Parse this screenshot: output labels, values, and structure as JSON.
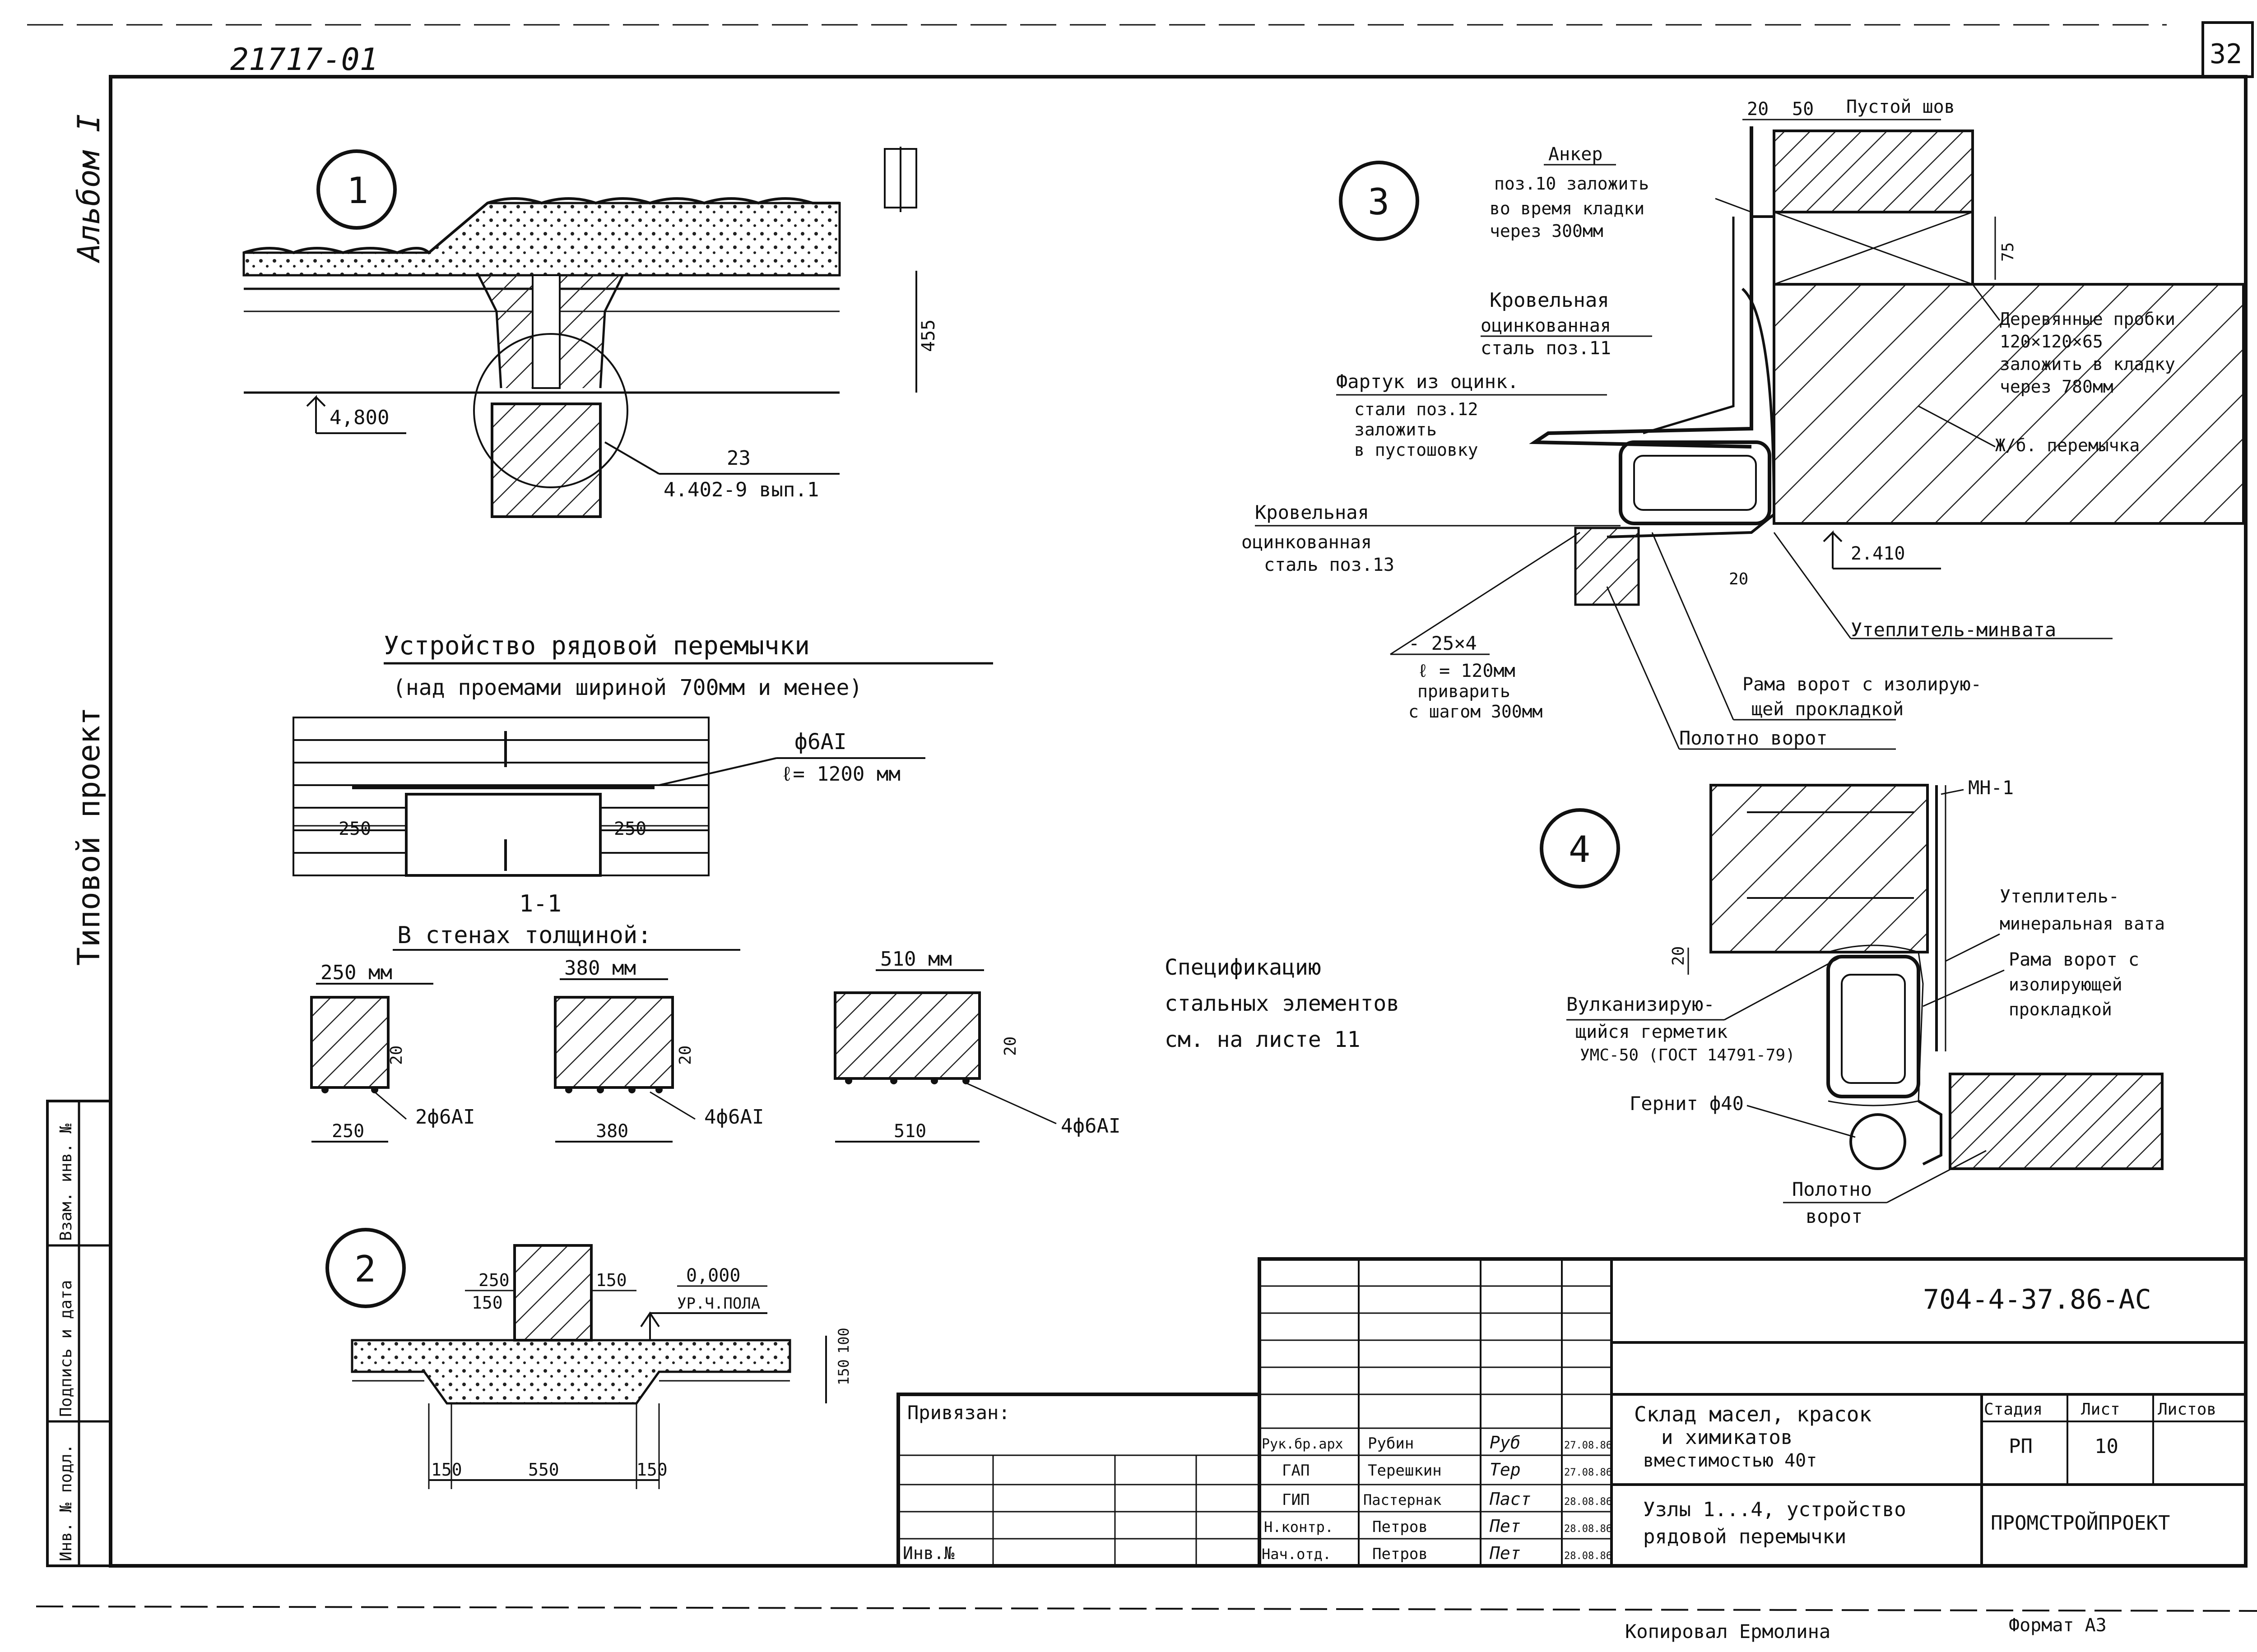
{
  "sheet": {
    "doc_id": "21717-01",
    "sheet_no": "32",
    "album": "Альбом I",
    "project_type": "Типовой проект",
    "copied_by": "Копировал Ермолина",
    "format": "Формат А3"
  },
  "node1": {
    "marker": "1",
    "level": "4,800",
    "height": "455",
    "ref_num": "23",
    "ref_doc": "4.402-9 вып.1"
  },
  "node2": {
    "marker": "2",
    "level": "0,000",
    "level_label": "УР.Ч.ПОЛА",
    "dims": {
      "d250": "250",
      "d150a": "150",
      "d150b": "150",
      "d150c": "150",
      "d100": "100",
      "d150_left": "150",
      "d550": "550",
      "d150_right": "150"
    }
  },
  "node3": {
    "marker": "3",
    "dim20": "20",
    "dim50": "50",
    "empty_joint": "Пустой шов",
    "anchor_title": "Анкер",
    "anchor_text": [
      "поз.10 заложить",
      "во время кладки",
      "через 300мм"
    ],
    "dim75": "75",
    "roof_steel_11": [
      "Кровельная",
      "оцинкованная",
      "сталь поз.11"
    ],
    "wood_plugs": [
      "Деревянные пробки",
      "120×120×65",
      "заложить в кладку",
      "через 780мм"
    ],
    "apron": [
      "Фартук из оцинк.",
      "стали поз.12",
      "заложить",
      "в пустошовку"
    ],
    "rc_lintel": "Ж/б. перемычка",
    "roof_steel_13": [
      "Кровельная",
      "оцинкованная",
      "сталь поз.13"
    ],
    "level": "2.410",
    "dim20b": "20",
    "insulation": "Утеплитель-минвата",
    "bar": [
      "- 25×4",
      "ℓ = 120мм",
      "приварить",
      "с шагом 300мм"
    ],
    "frame": [
      "Рама ворот с изолирую-",
      "щей прокладкой"
    ],
    "door_leaf": "Полотно ворот"
  },
  "node4": {
    "marker": "4",
    "mn1": "МН-1",
    "dim20": "20",
    "insulation": [
      "Утеплитель-",
      "минеральная вата"
    ],
    "frame": [
      "Рама ворот с",
      "изолирующей",
      "прокладкой"
    ],
    "sealant": [
      "Вулканизирую-",
      "щийся герметик",
      "УМС-50 (ГОСТ 14791-79)"
    ],
    "gernit": "Гернит ф40",
    "leaf": [
      "Полотно",
      "ворот"
    ]
  },
  "lintel": {
    "title": "Устройство рядовой перемычки",
    "subtitle": "(над проемами шириной 700мм и менее)",
    "rebar": "ф6АI",
    "length": "ℓ= 1200 мм",
    "d250_left": "250",
    "d250_right": "250",
    "section_mark": "1-1",
    "walls_title": "В стенах толщиной:",
    "walls": [
      {
        "label": "250 мм",
        "dim": "250",
        "bars": "2ф6АI",
        "cover": "20"
      },
      {
        "label": "380 мм",
        "dim": "380",
        "bars": "4ф6АI",
        "cover": "20"
      },
      {
        "label": "510 мм",
        "dim": "510",
        "bars": "4ф6АI",
        "cover": "20"
      }
    ],
    "spec_note": [
      "Спецификацию",
      "стальных элементов",
      "см. на листе 11"
    ]
  },
  "stamp_side": [
    "Инв. № подл.",
    "Подпись и дата",
    "Взам. инв. №"
  ],
  "title_block": {
    "code": "704-4-37.86-АС",
    "bound": "Привязан:",
    "inv": "Инв.№",
    "roles": [
      {
        "role": "Рук.бр.арх",
        "name": "Рубин",
        "sign": "Руб",
        "date": "27.08.86"
      },
      {
        "role": "ГАП",
        "name": "Терешкин",
        "sign": "Тер",
        "date": "27.08.86"
      },
      {
        "role": "ГИП",
        "name": "Пастернак",
        "sign": "Паст",
        "date": "28.08.86"
      },
      {
        "role": "Н.контр.",
        "name": "Петров",
        "sign": "Пет",
        "date": "28.08.86"
      },
      {
        "role": "Нач.отд.",
        "name": "Петров",
        "sign": "Пет",
        "date": "28.08.86"
      }
    ],
    "object": [
      "Склад масел, красок",
      "и химикатов",
      "вместимостью 40т"
    ],
    "sheet_title": [
      "Узлы 1...4, устройство",
      "рядовой перемычки"
    ],
    "stage_h": "Стадия",
    "sheet_h": "Лист",
    "sheets_h": "Листов",
    "stage": "РП",
    "sheet": "10",
    "org": "ПРОМСТРОЙПРОЕКТ"
  }
}
